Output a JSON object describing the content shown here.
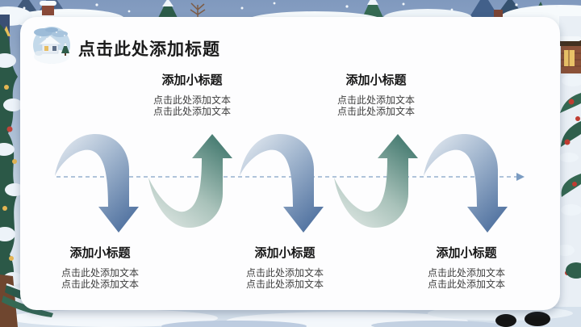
{
  "slide": {
    "header": {
      "icon": "snow-house-badge",
      "title": "点击此处添加标题"
    },
    "diagram": {
      "baseline": {
        "style": "dashed",
        "color": "#97b2cd",
        "direction": "right-arrow"
      },
      "arrows": [
        {
          "shape": "arc",
          "direction": "down",
          "color": "#4d6f9e"
        },
        {
          "shape": "arc",
          "direction": "up",
          "color": "#4d8076"
        },
        {
          "shape": "arc",
          "direction": "down",
          "color": "#4d6f9e"
        },
        {
          "shape": "arc",
          "direction": "up",
          "color": "#4d8076"
        },
        {
          "shape": "arc",
          "direction": "down",
          "color": "#4d6f9e"
        }
      ],
      "top_blocks": [
        {
          "title": "添加小标题",
          "lines": [
            "点击此处添加文本",
            "点击此处添加文本"
          ]
        },
        {
          "title": "添加小标题",
          "lines": [
            "点击此处添加文本",
            "点击此处添加文本"
          ]
        }
      ],
      "bottom_blocks": [
        {
          "title": "添加小标题",
          "lines": [
            "点击此处添加文本",
            "点击此处添加文本"
          ]
        },
        {
          "title": "添加小标题",
          "lines": [
            "点击此处添加文本",
            "点击此处添加文本"
          ]
        },
        {
          "title": "添加小标题",
          "lines": [
            "点击此处添加文本",
            "点击此处添加文本"
          ]
        }
      ]
    },
    "theme": {
      "card_bg": "#fdfdfe",
      "title_color": "#1c1c1c",
      "body_color": "#3e3e3e",
      "accent_blue": "#4d6f9e",
      "accent_teal": "#4d8076",
      "baseline_color": "#97b2cd"
    }
  }
}
